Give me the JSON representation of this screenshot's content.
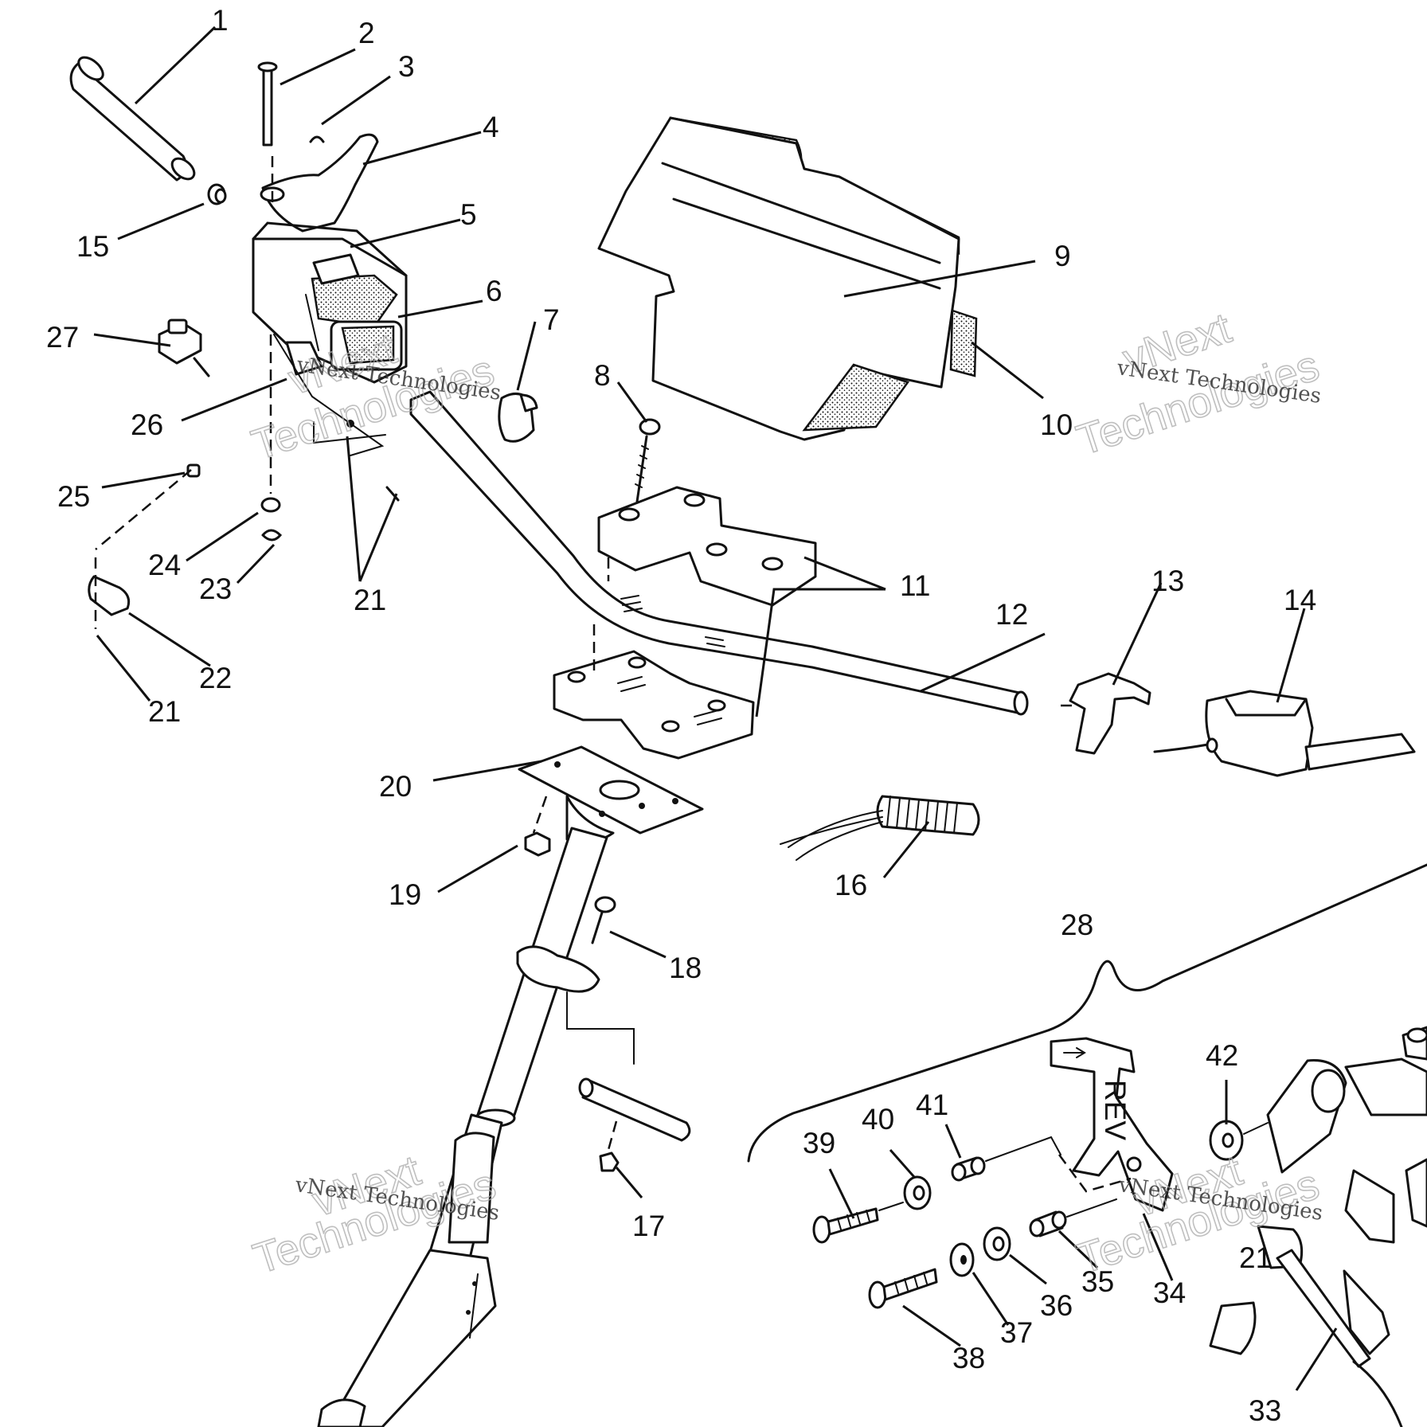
{
  "callouts": [
    {
      "n": "1"
    },
    {
      "n": "2"
    },
    {
      "n": "3"
    },
    {
      "n": "4"
    },
    {
      "n": "5"
    },
    {
      "n": "6"
    },
    {
      "n": "7"
    },
    {
      "n": "8"
    },
    {
      "n": "9"
    },
    {
      "n": "10"
    },
    {
      "n": "11"
    },
    {
      "n": "12"
    },
    {
      "n": "13"
    },
    {
      "n": "14"
    },
    {
      "n": "15"
    },
    {
      "n": "16"
    },
    {
      "n": "17"
    },
    {
      "n": "18"
    },
    {
      "n": "19"
    },
    {
      "n": "20"
    },
    {
      "n": "21"
    },
    {
      "n": "21"
    },
    {
      "n": "21"
    },
    {
      "n": "22"
    },
    {
      "n": "23"
    },
    {
      "n": "24"
    },
    {
      "n": "25"
    },
    {
      "n": "26"
    },
    {
      "n": "27"
    },
    {
      "n": "28"
    },
    {
      "n": "33"
    },
    {
      "n": "34"
    },
    {
      "n": "35"
    },
    {
      "n": "36"
    },
    {
      "n": "37"
    },
    {
      "n": "38"
    },
    {
      "n": "39"
    },
    {
      "n": "40"
    },
    {
      "n": "41"
    },
    {
      "n": "42"
    }
  ],
  "part_marking": "REV",
  "watermark": {
    "company": "vNext Technologies",
    "line1": "vNext",
    "line2": "Technologies"
  }
}
